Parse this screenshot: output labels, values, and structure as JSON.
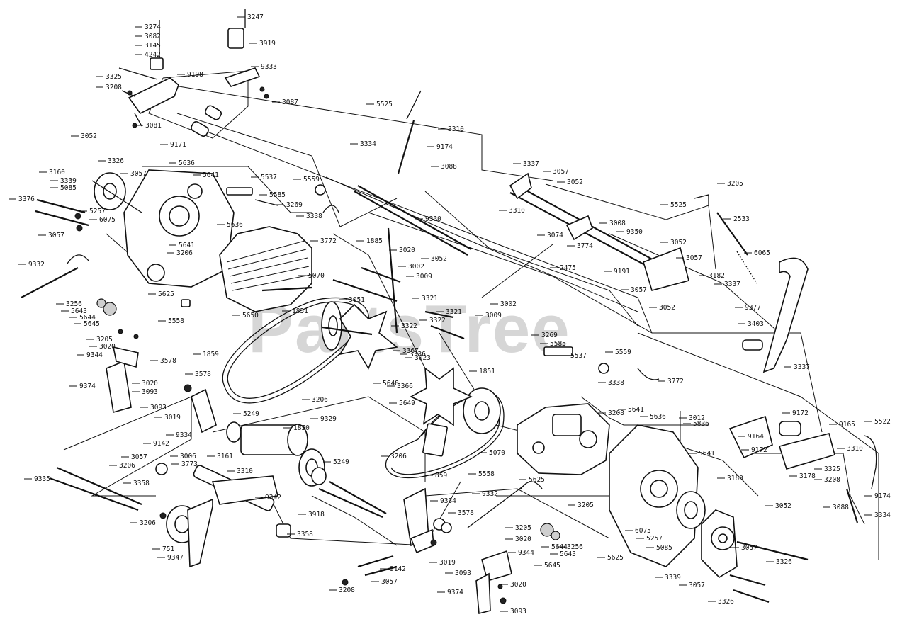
{
  "watermark": "PartsTree",
  "labels": [
    {
      "id": "l3247",
      "text": "3247"
    },
    {
      "id": "l3274",
      "text": "3274"
    },
    {
      "id": "l3082",
      "text": "3082"
    },
    {
      "id": "l3145",
      "text": "3145"
    },
    {
      "id": "l4242",
      "text": "4242"
    },
    {
      "id": "l3919",
      "text": "3919"
    },
    {
      "id": "l9333",
      "text": "9333"
    },
    {
      "id": "l3325a",
      "text": "3325"
    },
    {
      "id": "l9198",
      "text": "9198"
    },
    {
      "id": "l3208a",
      "text": "3208"
    },
    {
      "id": "l3087",
      "text": "3087"
    },
    {
      "id": "l3081",
      "text": "3081"
    },
    {
      "id": "l9171",
      "text": "9171"
    },
    {
      "id": "l5525a",
      "text": "5525"
    },
    {
      "id": "l3310a",
      "text": "3310"
    },
    {
      "id": "l3334a",
      "text": "3334"
    },
    {
      "id": "l9174a",
      "text": "9174"
    },
    {
      "id": "l3088a",
      "text": "3088"
    },
    {
      "id": "l3052a",
      "text": "3052"
    },
    {
      "id": "l3160a",
      "text": "3160"
    },
    {
      "id": "l3326a",
      "text": "3326"
    },
    {
      "id": "l3339a",
      "text": "3339"
    },
    {
      "id": "l5085a",
      "text": "5085"
    },
    {
      "id": "l3057a",
      "text": "3057"
    },
    {
      "id": "l5636a",
      "text": "5636"
    },
    {
      "id": "l5641a",
      "text": "5641"
    },
    {
      "id": "l3376",
      "text": "3376"
    },
    {
      "id": "l5257a",
      "text": "5257"
    },
    {
      "id": "l6075a",
      "text": "6075"
    },
    {
      "id": "l5537a",
      "text": "5537"
    },
    {
      "id": "l5559a",
      "text": "5559"
    },
    {
      "id": "l5585a",
      "text": "5585"
    },
    {
      "id": "l3269a",
      "text": "3269"
    },
    {
      "id": "l3338a",
      "text": "3338"
    },
    {
      "id": "l3057b",
      "text": "3057"
    },
    {
      "id": "l5636b",
      "text": "5636"
    },
    {
      "id": "l3772a",
      "text": "3772"
    },
    {
      "id": "l5641b",
      "text": "5641"
    },
    {
      "id": "l3206a",
      "text": "3206"
    },
    {
      "id": "l9332a",
      "text": "9332"
    },
    {
      "id": "l5625a",
      "text": "5625"
    },
    {
      "id": "l5070a",
      "text": "5070"
    },
    {
      "id": "l3256a",
      "text": "3256"
    },
    {
      "id": "l5643a",
      "text": "5643"
    },
    {
      "id": "l5644a",
      "text": "5644"
    },
    {
      "id": "l5645a",
      "text": "5645"
    },
    {
      "id": "l5558a",
      "text": "5558"
    },
    {
      "id": "l5650",
      "text": "5650"
    },
    {
      "id": "l3337a",
      "text": "3337"
    },
    {
      "id": "l3057c",
      "text": "3057"
    },
    {
      "id": "l3052b",
      "text": "3052"
    },
    {
      "id": "l3310b",
      "text": "3310"
    },
    {
      "id": "l3205a",
      "text": "3205"
    },
    {
      "id": "l5525b",
      "text": "5525"
    },
    {
      "id": "l2533",
      "text": "2533"
    },
    {
      "id": "l3008",
      "text": "3008"
    },
    {
      "id": "l9350",
      "text": "9350"
    },
    {
      "id": "l3774",
      "text": "3774"
    },
    {
      "id": "l3074",
      "text": "3074"
    },
    {
      "id": "l3052c",
      "text": "3052"
    },
    {
      "id": "l3057d",
      "text": "3057"
    },
    {
      "id": "l6065",
      "text": "6065"
    },
    {
      "id": "l9191",
      "text": "9191"
    },
    {
      "id": "l3182",
      "text": "3182"
    },
    {
      "id": "l3057e",
      "text": "3057"
    },
    {
      "id": "l3337b",
      "text": "3337"
    },
    {
      "id": "l3052d",
      "text": "3052"
    },
    {
      "id": "l9330",
      "text": "9330"
    },
    {
      "id": "l1885",
      "text": "1885"
    },
    {
      "id": "l3020a",
      "text": "3020"
    },
    {
      "id": "l3052e",
      "text": "3052"
    },
    {
      "id": "l3002a",
      "text": "3002"
    },
    {
      "id": "l3009a",
      "text": "3009"
    },
    {
      "id": "l2475",
      "text": "2475"
    },
    {
      "id": "l3321a",
      "text": "3321"
    },
    {
      "id": "l3321b",
      "text": "3321"
    },
    {
      "id": "l3322a",
      "text": "3322"
    },
    {
      "id": "l3322b",
      "text": "3322"
    },
    {
      "id": "l3051",
      "text": "3051"
    },
    {
      "id": "l1851a",
      "text": "1851"
    },
    {
      "id": "l3009b",
      "text": "3009"
    },
    {
      "id": "l3002b",
      "text": "3002"
    },
    {
      "id": "l9377",
      "text": "9377"
    },
    {
      "id": "l3403",
      "text": "3403"
    },
    {
      "id": "l3337c",
      "text": "3337"
    },
    {
      "id": "l3205b",
      "text": "3205"
    },
    {
      "id": "l3020b",
      "text": "3020"
    },
    {
      "id": "l9344a",
      "text": "9344"
    },
    {
      "id": "l3578a",
      "text": "3578"
    },
    {
      "id": "l9374a",
      "text": "9374"
    },
    {
      "id": "l3020c",
      "text": "3020"
    },
    {
      "id": "l3093a",
      "text": "3093"
    },
    {
      "id": "l1859",
      "text": "1859"
    },
    {
      "id": "l3367",
      "text": "3367"
    },
    {
      "id": "l3023",
      "text": "3023"
    },
    {
      "id": "l3269b",
      "text": "3269"
    },
    {
      "id": "l5585b",
      "text": "5585"
    },
    {
      "id": "l5537b",
      "text": "5537"
    },
    {
      "id": "l5559b",
      "text": "5559"
    },
    {
      "id": "l3338b",
      "text": "3338"
    },
    {
      "id": "l3772b",
      "text": "3772"
    },
    {
      "id": "l3578b",
      "text": "3578"
    },
    {
      "id": "l3093b",
      "text": "3093"
    },
    {
      "id": "l3019a",
      "text": "3019"
    },
    {
      "id": "l5648",
      "text": "5648"
    },
    {
      "id": "l3366",
      "text": "3366"
    },
    {
      "id": "l3206b",
      "text": "3206"
    },
    {
      "id": "l5649",
      "text": "5649"
    },
    {
      "id": "l1851b",
      "text": "1851"
    },
    {
      "id": "l5249a",
      "text": "5249"
    },
    {
      "id": "l9334a",
      "text": "9334"
    },
    {
      "id": "l9329",
      "text": "9329"
    },
    {
      "id": "l3208b",
      "text": "3208"
    },
    {
      "id": "l5641c",
      "text": "5641"
    },
    {
      "id": "l5636c",
      "text": "5636"
    },
    {
      "id": "l3012",
      "text": "3012"
    },
    {
      "id": "l9172a",
      "text": "9172"
    },
    {
      "id": "l9165",
      "text": "9165"
    },
    {
      "id": "l5522",
      "text": "5522"
    },
    {
      "id": "l9142a",
      "text": "9142"
    },
    {
      "id": "l1850",
      "text": "1850"
    },
    {
      "id": "l3057f",
      "text": "3057"
    },
    {
      "id": "l3206c",
      "text": "3206"
    },
    {
      "id": "l3006",
      "text": "3006"
    },
    {
      "id": "l3161",
      "text": "3161"
    },
    {
      "id": "l3773",
      "text": "3773"
    },
    {
      "id": "l3310c",
      "text": "3310"
    },
    {
      "id": "l3358a",
      "text": "3358"
    },
    {
      "id": "l9335",
      "text": "9335"
    },
    {
      "id": "l5249b",
      "text": "5249"
    },
    {
      "id": "l3206d",
      "text": "3206"
    },
    {
      "id": "l859",
      "text": "859"
    },
    {
      "id": "l5070b",
      "text": "5070"
    },
    {
      "id": "l5558b",
      "text": "5558"
    },
    {
      "id": "l5625b",
      "text": "5625"
    },
    {
      "id": "l5836",
      "text": "5836"
    },
    {
      "id": "l5641d",
      "text": "5641"
    },
    {
      "id": "l9164",
      "text": "9164"
    },
    {
      "id": "l9172b",
      "text": "9172"
    },
    {
      "id": "l3310d",
      "text": "3310"
    },
    {
      "id": "l3178",
      "text": "3178"
    },
    {
      "id": "l3325b",
      "text": "3325"
    },
    {
      "id": "l3208c",
      "text": "3208"
    },
    {
      "id": "l3160b",
      "text": "3160"
    },
    {
      "id": "l3052f",
      "text": "3052"
    },
    {
      "id": "l9342",
      "text": "9342"
    },
    {
      "id": "l3918",
      "text": "3918"
    },
    {
      "id": "l3336",
      "text": "3336"
    },
    {
      "id": "l9332b",
      "text": "9332"
    },
    {
      "id": "l3205c",
      "text": "3205"
    },
    {
      "id": "l9174b",
      "text": "9174"
    },
    {
      "id": "l3088b",
      "text": "3088"
    },
    {
      "id": "l3334b",
      "text": "3334"
    },
    {
      "id": "l3206e",
      "text": "3206"
    },
    {
      "id": "l3358b",
      "text": "3358"
    },
    {
      "id": "l751",
      "text": "751"
    },
    {
      "id": "l9347",
      "text": "9347"
    },
    {
      "id": "l9334b",
      "text": "9334"
    },
    {
      "id": "l3578c",
      "text": "3578"
    },
    {
      "id": "l3205d",
      "text": "3205"
    },
    {
      "id": "l3020d",
      "text": "3020"
    },
    {
      "id": "l9344b",
      "text": "9344"
    },
    {
      "id": "l3256b",
      "text": "3256"
    },
    {
      "id": "l5644b",
      "text": "5644"
    },
    {
      "id": "l5643b",
      "text": "5643"
    },
    {
      "id": "l5645b",
      "text": "5645"
    },
    {
      "id": "l6075b",
      "text": "6075"
    },
    {
      "id": "l5257b",
      "text": "5257"
    },
    {
      "id": "l5625c",
      "text": "5625"
    },
    {
      "id": "l5085b",
      "text": "5085"
    },
    {
      "id": "l3339b",
      "text": "3339"
    },
    {
      "id": "l3057g",
      "text": "3057"
    },
    {
      "id": "l3326b",
      "text": "3326"
    },
    {
      "id": "l3057h",
      "text": "3057"
    },
    {
      "id": "l3326c",
      "text": "3326"
    },
    {
      "id": "l9142b",
      "text": "9142"
    },
    {
      "id": "l3019b",
      "text": "3019"
    },
    {
      "id": "l3093c",
      "text": "3093"
    },
    {
      "id": "l3057i",
      "text": "3057"
    },
    {
      "id": "l3208d",
      "text": "3208"
    },
    {
      "id": "l9374b",
      "text": "9374"
    },
    {
      "id": "l3020e",
      "text": "3020"
    },
    {
      "id": "l3093d",
      "text": "3093"
    }
  ]
}
